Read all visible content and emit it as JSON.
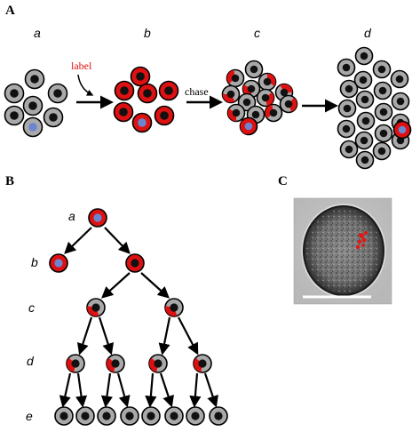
{
  "colors": {
    "cell_gray": "#a9a9a9",
    "label_red": "#dd1111",
    "nucleus": "#111111",
    "stem_nucleus": "#6b86cf",
    "arrow": "#000000",
    "label_text": "#e01010",
    "scale_bar": "#ffffff"
  },
  "panel_a": {
    "letter": "A",
    "stages": [
      "a",
      "b",
      "c",
      "d"
    ],
    "label_text": "label",
    "chase_text": "chase"
  },
  "panel_b": {
    "letter": "B",
    "generations": [
      "a",
      "b",
      "c",
      "d",
      "e"
    ]
  },
  "panel_c": {
    "letter": "C"
  }
}
